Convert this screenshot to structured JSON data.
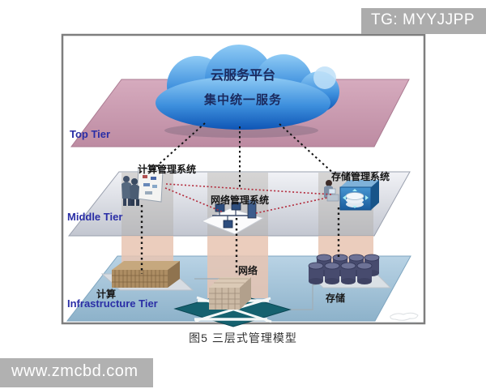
{
  "overlays": {
    "tg_badge": "TG: MYYJJPP",
    "site_badge": "www.zmcbd.com"
  },
  "figure": {
    "caption": "图5 三层式管理模型",
    "cloud": {
      "title": "云服务平台",
      "subtitle": "集中统一服务"
    },
    "tiers": [
      {
        "label": "Top Tier"
      },
      {
        "label": "Middle Tier"
      },
      {
        "label": "Infrastructure Tier"
      }
    ],
    "middle_systems": [
      {
        "label": "计算管理系统",
        "icon": "people-whiteboard-icon"
      },
      {
        "label": "网络管理系统",
        "icon": "network-workstations-icon"
      },
      {
        "label": "存储管理系统",
        "icon": "operator-storage-array-icon"
      }
    ],
    "infrastructure_resources": [
      {
        "label": "计算",
        "icon": "server-rack-icon"
      },
      {
        "label": "网络",
        "icon": "switch-cube-icon"
      },
      {
        "label": "存储",
        "icon": "disk-cylinders-icon"
      }
    ],
    "colors": {
      "top_tier": "#c998ae",
      "middle_tier": "#d9dce2",
      "infrastructure_tier": "#a6c3d8",
      "cloud": "#2a7fd4",
      "tier_label": "#2a2ea6",
      "red_link": "#b2293a"
    }
  }
}
